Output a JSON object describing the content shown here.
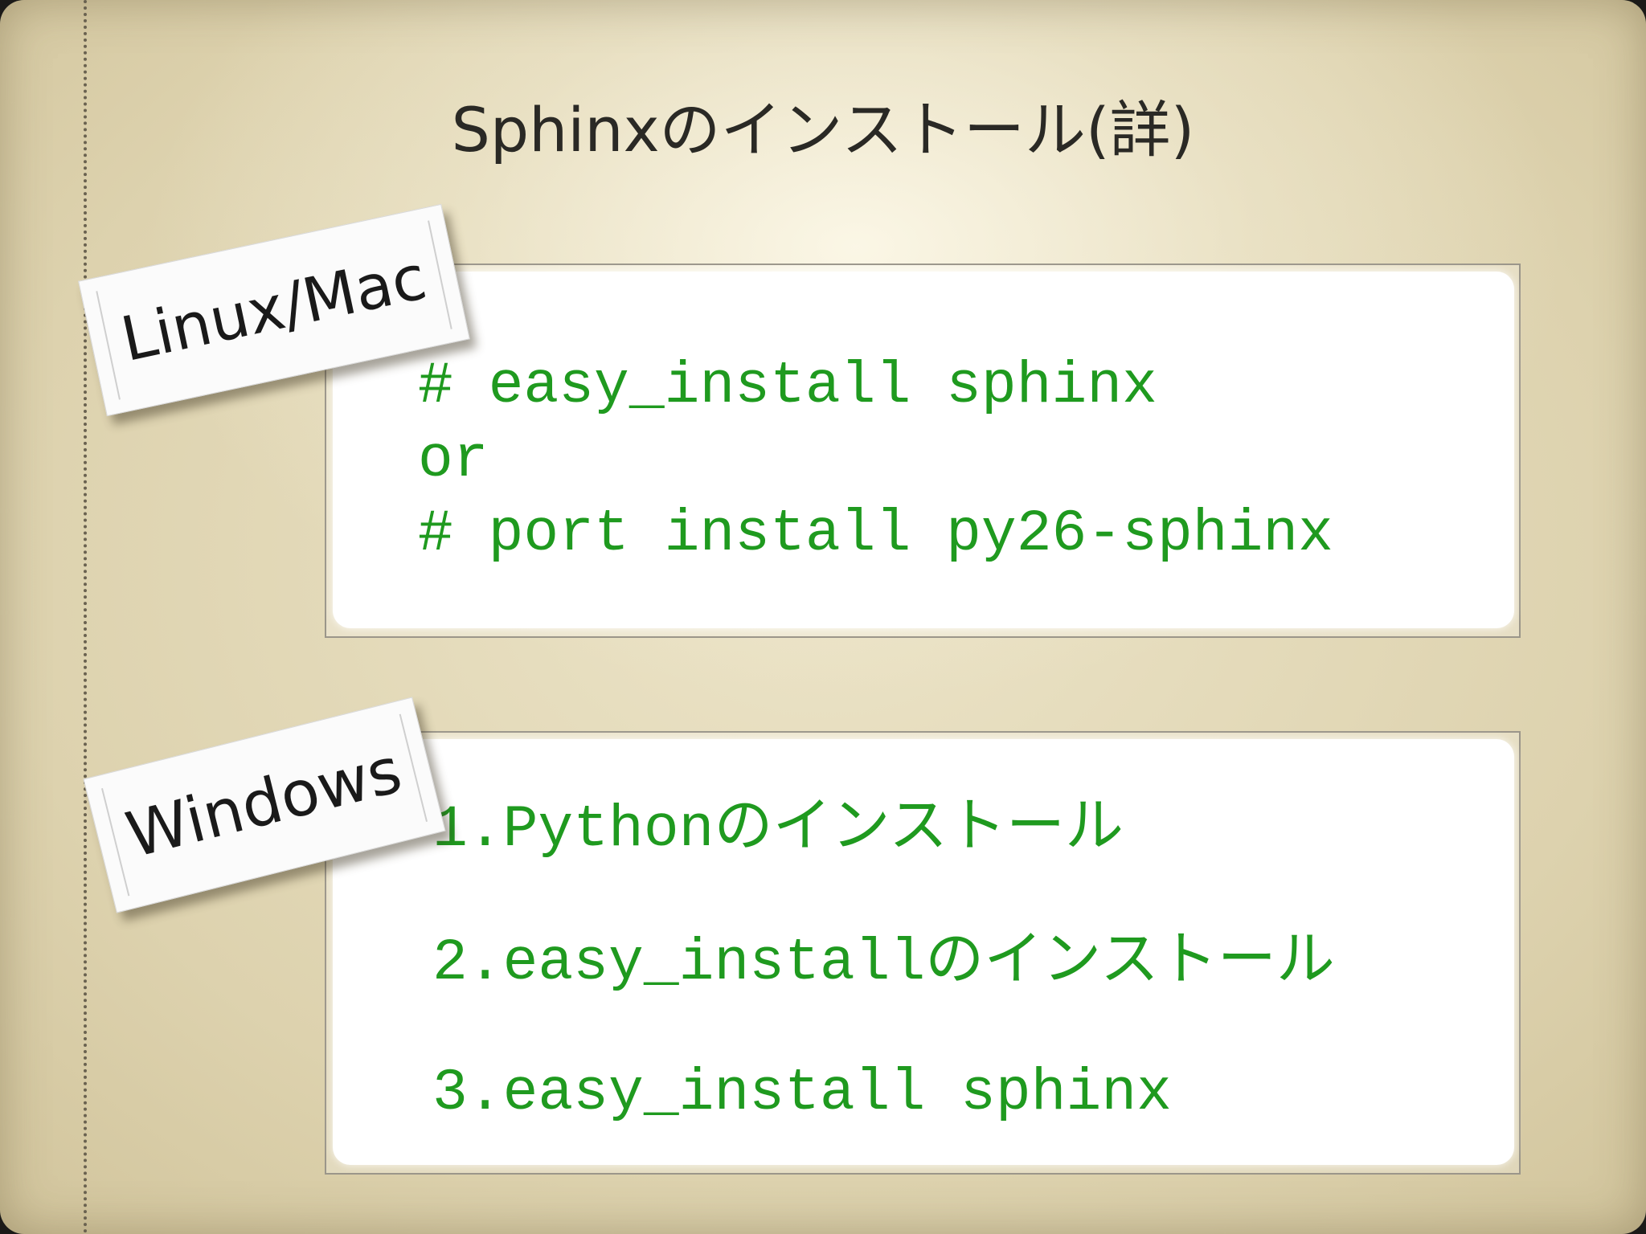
{
  "slide": {
    "title": "Sphinxのインストール(詳)"
  },
  "linux_mac": {
    "tag_label": "Linux/Mac",
    "lines": [
      "# easy_install sphinx",
      "or",
      "# port install py26-sphinx"
    ]
  },
  "windows": {
    "tag_label": "Windows",
    "steps": [
      "1.Pythonのインストール",
      "2.easy_installのインストール",
      "3.easy_install sphinx"
    ]
  },
  "colors": {
    "code_text": "#1f9a1f",
    "title_text": "#2a2925",
    "background": "#e6dcbc"
  }
}
